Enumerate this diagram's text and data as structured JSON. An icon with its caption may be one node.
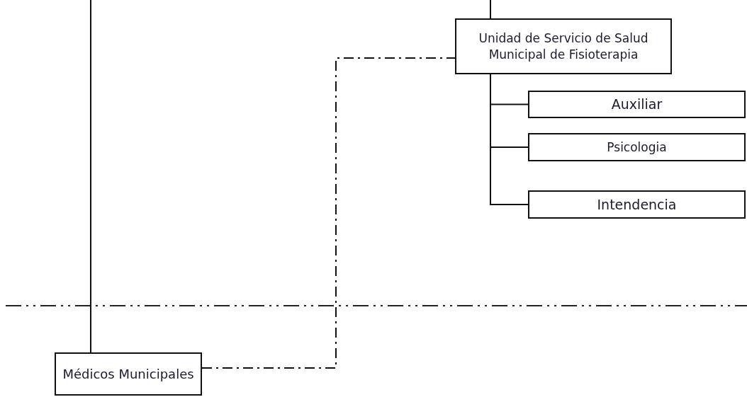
{
  "diagram": {
    "nodes": [
      {
        "text": [
          "Unidad de Servicio de Salud Municipal de Fisioterapia"
        ]
      },
      {
        "text": [
          "Auxiliar"
        ]
      },
      {
        "text": [
          "Psicologia"
        ]
      },
      {
        "text": [
          "Intendencia"
        ]
      },
      {
        "text": [
          "Médicos Municipales"
        ]
      }
    ],
    "edges": [
      {
        "from": null,
        "to": 0,
        "arrow": "none"
      },
      {
        "from": 0,
        "to": 1,
        "arrow": "none"
      },
      {
        "from": 0,
        "to": 2,
        "arrow": "none"
      },
      {
        "from": 0,
        "to": 3,
        "arrow": "none"
      },
      {
        "from": null,
        "to": 4,
        "arrow": "none"
      },
      {
        "from": 4,
        "to": 0,
        "arrow": "none",
        "style": "dashed"
      }
    ]
  }
}
